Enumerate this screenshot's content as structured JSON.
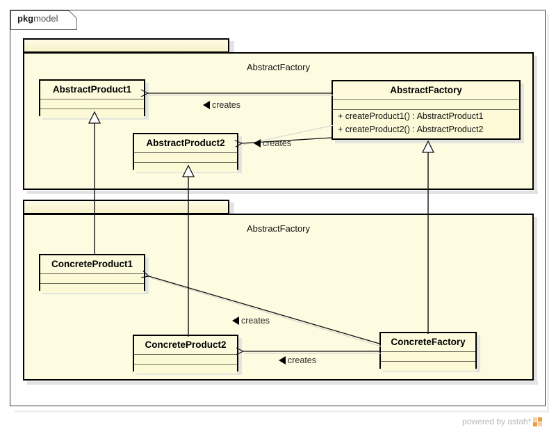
{
  "diagram": {
    "tab": {
      "keyword": "pkg",
      "name": "model"
    },
    "packages": [
      {
        "id": "pkg-upper",
        "name": "AbstractFactory"
      },
      {
        "id": "pkg-lower",
        "name": "AbstractFactory"
      }
    ],
    "classes": [
      {
        "id": "abstract-product-1",
        "name": "AbstractProduct1",
        "attributes": [],
        "operations": []
      },
      {
        "id": "abstract-product-2",
        "name": "AbstractProduct2",
        "attributes": [],
        "operations": []
      },
      {
        "id": "abstract-factory",
        "name": "AbstractFactory",
        "attributes": [],
        "operations": [
          "+ createProduct1() : AbstractProduct1",
          "+ createProduct2() : AbstractProduct2"
        ]
      },
      {
        "id": "concrete-product-1",
        "name": "ConcreteProduct1",
        "attributes": [],
        "operations": []
      },
      {
        "id": "concrete-product-2",
        "name": "ConcreteProduct2",
        "attributes": [],
        "operations": []
      },
      {
        "id": "concrete-factory",
        "name": "ConcreteFactory",
        "attributes": [],
        "operations": []
      }
    ],
    "relationships": [
      {
        "type": "dependency",
        "from": "AbstractFactory",
        "to": "AbstractProduct1",
        "label": "creates"
      },
      {
        "type": "dependency",
        "from": "AbstractFactory",
        "to": "AbstractProduct2",
        "label": "creates"
      },
      {
        "type": "dependency",
        "from": "ConcreteFactory",
        "to": "ConcreteProduct1",
        "label": "creates"
      },
      {
        "type": "dependency",
        "from": "ConcreteFactory",
        "to": "ConcreteProduct2",
        "label": "creates"
      },
      {
        "type": "generalization",
        "from": "ConcreteProduct1",
        "to": "AbstractProduct1"
      },
      {
        "type": "generalization",
        "from": "ConcreteProduct2",
        "to": "AbstractProduct2"
      },
      {
        "type": "generalization",
        "from": "ConcreteFactory",
        "to": "AbstractFactory"
      }
    ],
    "labels": {
      "creates_1": "creates",
      "creates_2": "creates",
      "creates_3": "creates",
      "creates_4": "creates"
    },
    "footer": {
      "text": "powered by astah*"
    },
    "colors": {
      "class_fill": "#fdfbdc",
      "package_fill": "#fdfbe0",
      "line": "#000000",
      "accent": "#ed9a46"
    }
  }
}
